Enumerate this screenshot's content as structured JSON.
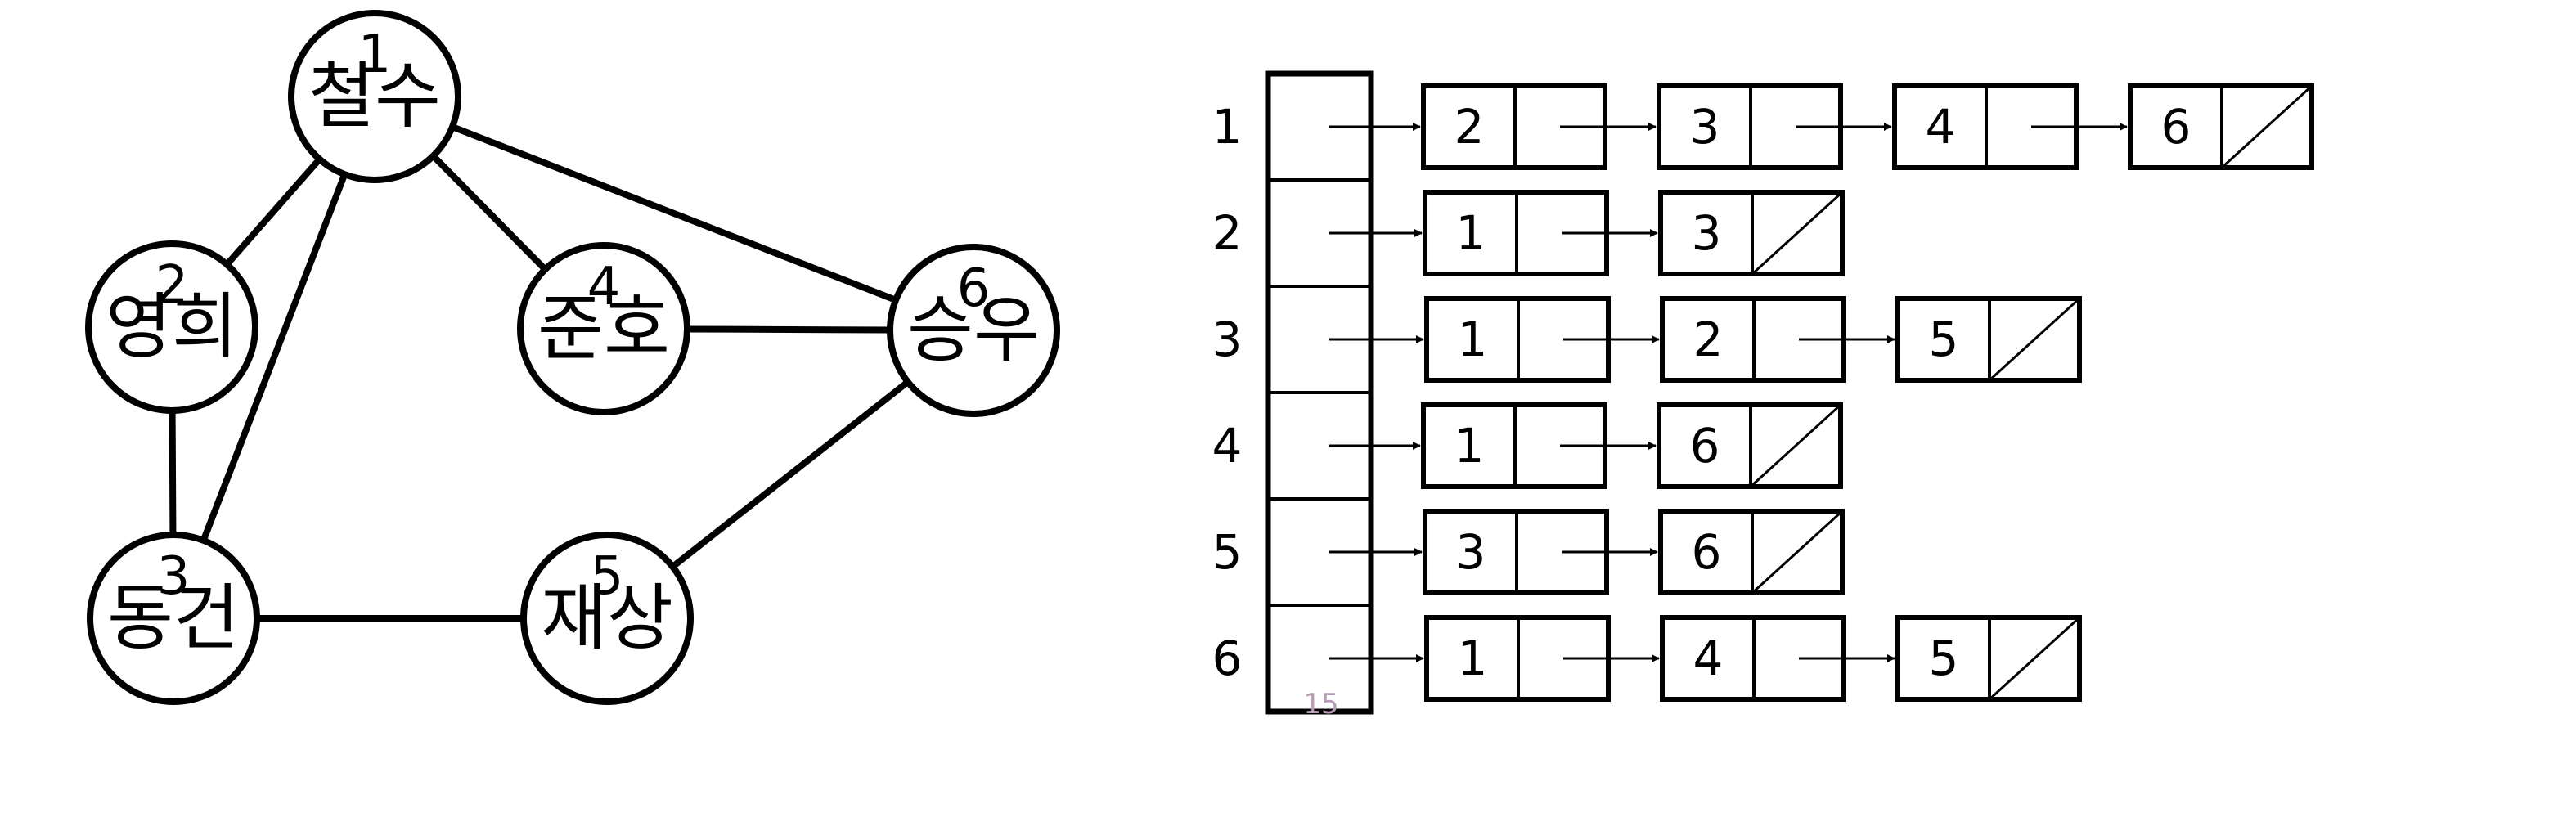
{
  "graph": {
    "nodes": [
      {
        "id": 1,
        "num": "1",
        "name": "철수"
      },
      {
        "id": 2,
        "num": "2",
        "name": "영희"
      },
      {
        "id": 3,
        "num": "3",
        "name": "동건"
      },
      {
        "id": 4,
        "num": "4",
        "name": "준호"
      },
      {
        "id": 5,
        "num": "5",
        "name": "재상"
      },
      {
        "id": 6,
        "num": "6",
        "name": "승우"
      }
    ],
    "edges": [
      [
        1,
        2
      ],
      [
        1,
        3
      ],
      [
        1,
        4
      ],
      [
        1,
        6
      ],
      [
        2,
        3
      ],
      [
        3,
        5
      ],
      [
        4,
        6
      ],
      [
        5,
        6
      ]
    ]
  },
  "adjacency_list": {
    "rows": [
      {
        "label": "1",
        "neighbors": [
          "2",
          "3",
          "4",
          "6"
        ]
      },
      {
        "label": "2",
        "neighbors": [
          "1",
          "3"
        ]
      },
      {
        "label": "3",
        "neighbors": [
          "1",
          "2",
          "5"
        ]
      },
      {
        "label": "4",
        "neighbors": [
          "1",
          "6"
        ]
      },
      {
        "label": "5",
        "neighbors": [
          "3",
          "6"
        ]
      },
      {
        "label": "6",
        "neighbors": [
          "1",
          "4",
          "5"
        ]
      }
    ]
  },
  "page_number": "15"
}
